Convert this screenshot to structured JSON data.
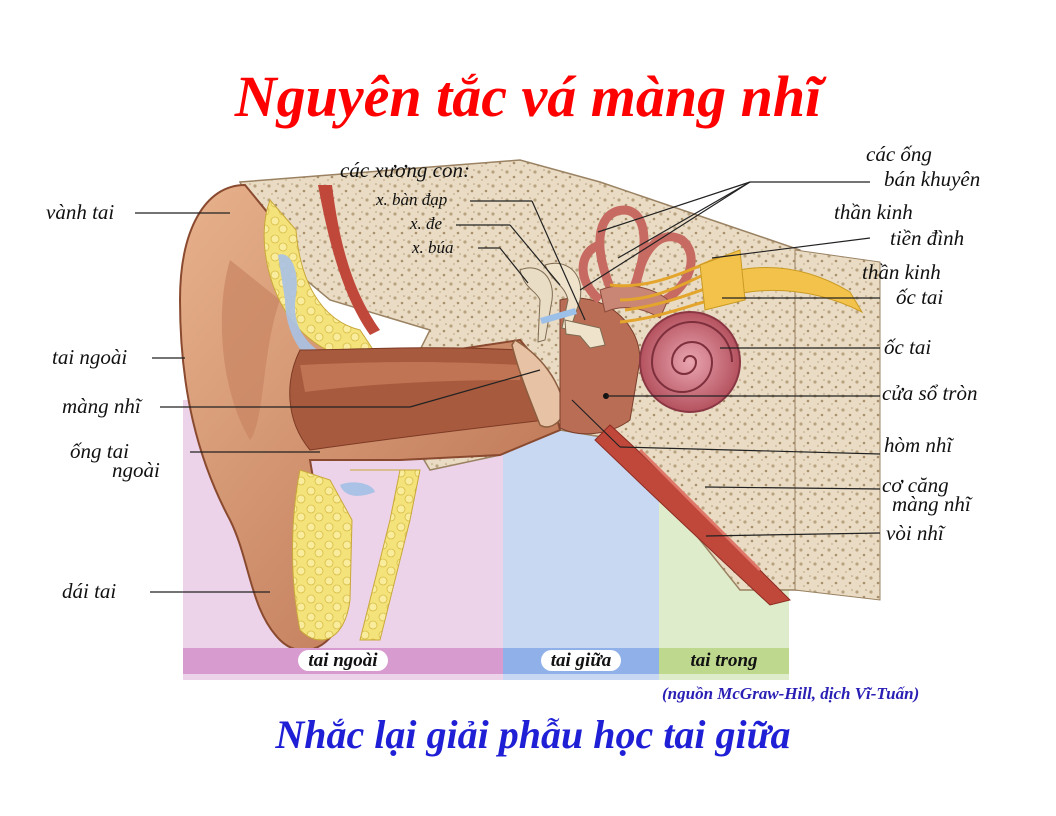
{
  "title": "Nguyên tắc vá màng nhĩ",
  "subtitle": "Nhắc lại giải phẫu học tai giữa",
  "source": "(nguồn McGraw-Hill, dịch Vĩ-Tuấn)",
  "zones": {
    "outer": "tai ngoài",
    "middle": "tai giữa",
    "inner": "tai trong"
  },
  "labels": {
    "auricle": "vành tai",
    "outer_ear": "tai ngoài",
    "eardrum": "màng nhĩ",
    "ear_canal_1": "ống tai",
    "ear_canal_2": "ngoài",
    "earlobe": "dái tai",
    "ossicles": "các xương con:",
    "stapes": "x. bàn đạp",
    "incus": "x. đe",
    "malleus": "x. búa",
    "semicircular_1": "các ống",
    "semicircular_2": "bán khuyên",
    "vestibular_1": "thần kinh",
    "vestibular_2": "tiền đình",
    "cochlear_nerve_1": "thần kinh",
    "cochlear_nerve_2": "ốc tai",
    "cochlea": "ốc tai",
    "round_window": "cửa sổ tròn",
    "tympanic_cavity": "hòm nhĩ",
    "tensor_1": "cơ căng",
    "tensor_2": "màng nhĩ",
    "eustachian": "vòi nhĩ"
  },
  "colors": {
    "title": "#ff0000",
    "subtitle": "#1f1fd6",
    "zone_outer": "#ecd3ea",
    "zone_middle": "#c9d8f2",
    "zone_inner": "#dfeccb"
  }
}
